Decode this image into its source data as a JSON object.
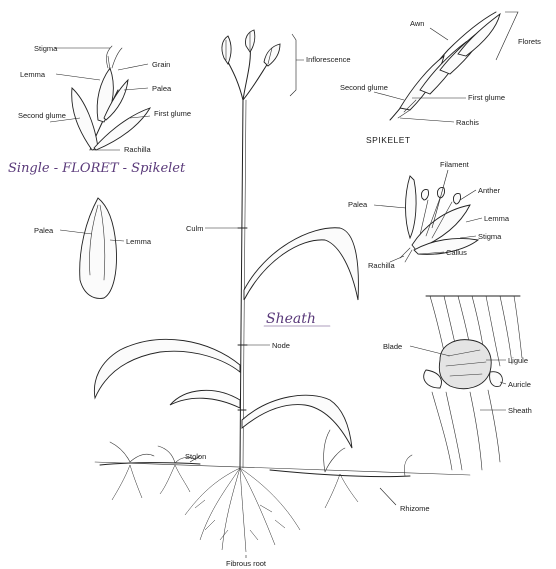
{
  "labels": {
    "inflorescence": "Inflorescence",
    "culm": "Culm",
    "node": "Node",
    "stolon": "Stolon",
    "rhizome": "Rhizome",
    "fibrous_root": "Fibrous root",
    "stigma": "Stigma",
    "grain": "Grain",
    "lemma": "Lemma",
    "palea": "Palea",
    "second_glume": "Second glume",
    "first_glume": "First glume",
    "rachilla": "Rachilla",
    "awn": "Awn",
    "florets": "Florets",
    "spikelet_second_glume": "Second glume",
    "spikelet_first_glume": "First glume",
    "rachis": "Rachis",
    "spikelet_title": "SPIKELET",
    "filament": "Filament",
    "anther": "Anther",
    "floret_palea": "Palea",
    "floret_lemma": "Lemma",
    "floret_stigma": "Stigma",
    "floret_rachilla": "Rachilla",
    "callus": "Callus",
    "grain_palea": "Palea",
    "grain_lemma": "Lemma",
    "blade": "Blade",
    "ligule": "Ligule",
    "auricle": "Auricle",
    "sheath": "Sheath"
  },
  "handwritten": {
    "single_floret_spikelet": "Single - FLORET - Spikelet",
    "sheath_note": "Sheath"
  },
  "colors": {
    "ink": "#222222",
    "handwriting": "#5a3a7a",
    "background": "#ffffff"
  }
}
